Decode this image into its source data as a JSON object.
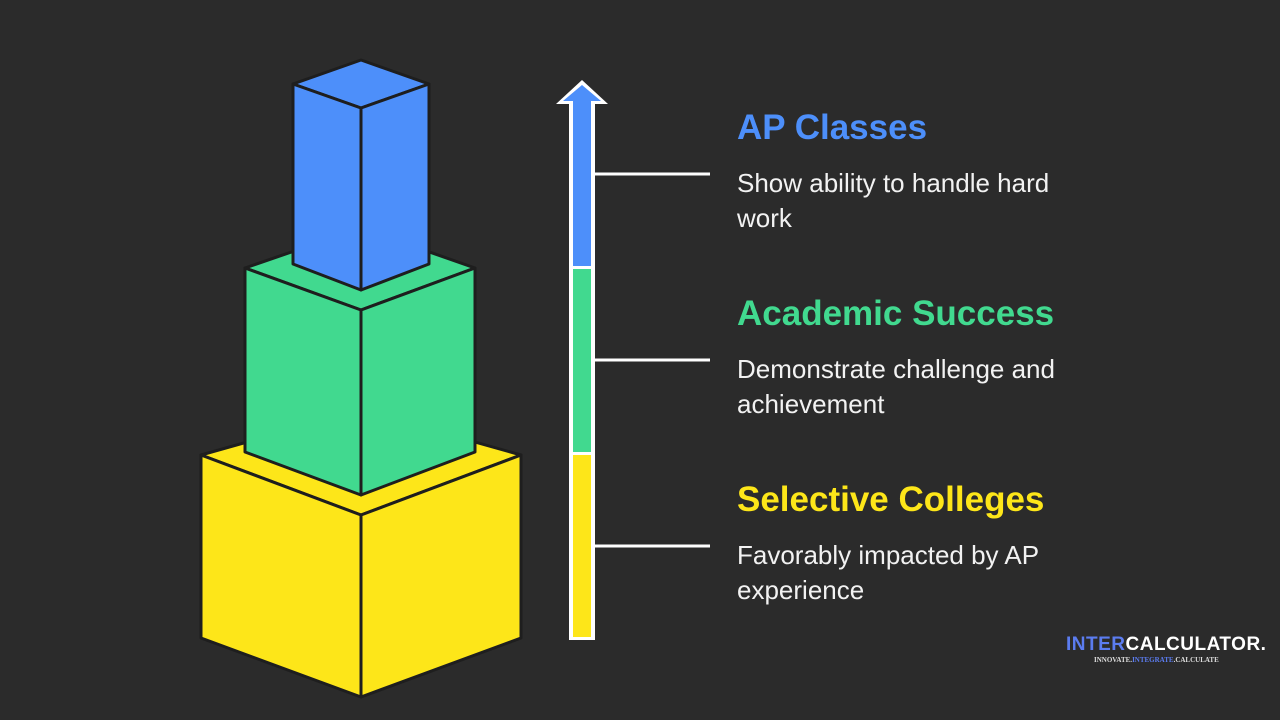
{
  "colors": {
    "blue": "#4d8ffa",
    "green": "#41d98f",
    "yellow": "#fde619",
    "outline": "#1e1e1e",
    "background": "#2b2b2b"
  },
  "levels": [
    {
      "title": "AP Classes",
      "description": "Show ability to handle hard work",
      "color": "#4d8ffa"
    },
    {
      "title": "Academic Success",
      "description": "Demonstrate challenge and achievement",
      "color": "#41d98f"
    },
    {
      "title": "Selective Colleges",
      "description": "Favorably impacted by AP experience",
      "color": "#fde619"
    }
  ],
  "logo": {
    "prefix": "INTER",
    "main": "CALCULATOR.",
    "tagline_1": "INNOVATE.",
    "tagline_2": "INTEGRATE",
    "tagline_3": ".CALCULATE"
  }
}
